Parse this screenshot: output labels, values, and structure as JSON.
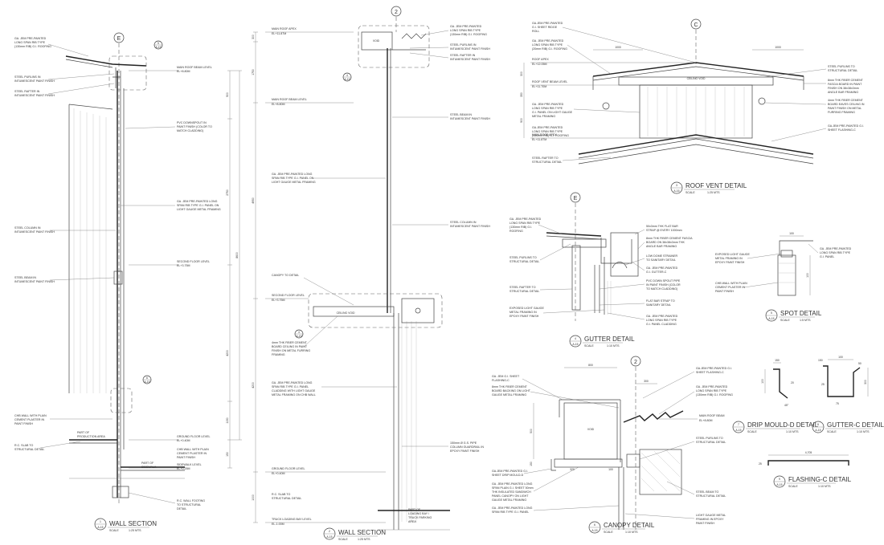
{
  "drawing": {
    "wall_section_1": {
      "bubble": "E",
      "title": "WALL SECTION",
      "ref_num": "1",
      "ref_sheet": "A-15",
      "scale_label": "SCALE",
      "scale": "1:25 MTS",
      "notes": [
        "GA. JEM PRE-PAINTED",
        "LONG SPAN RIB TYPE",
        "(130mm RIB) G.I. ROOFING",
        "STEEL PURLINS IN",
        "INTUMESCENT PAINT FINISH",
        "STEEL RAFTER IN",
        "INTUMESCENT PAINT FINISH",
        "PVC DOWNSPOUT IN",
        "PAINT FINISH (COLOR TO",
        "MATCH CLADDING)",
        "GA. JEM PRE-PAINTED LONG",
        "SPAN RIB TYPE G.I. PANEL ON",
        "LIGHT GAUGE METAL FRAMING",
        "STEEL COLUMN IN",
        "INTUMESCENT PAINT FINISH",
        "STEEL BEAM IN",
        "INTUMESCENT PAINT FINISH",
        "CHB WALL WITH PLAIN",
        "CEMENT PLASTER IN",
        "PAINT FINISH",
        "R.C. SLAB TO",
        "STRUCTURAL DETAIL",
        "PART OF",
        "PRODUCTION AREA",
        "PART OF",
        "SIDEWALK",
        "CHB WALL WITH PLAIN",
        "CEMENT PLASTER IN",
        "PAINT FINISH",
        "R.C. WALL FOOTING",
        "TO STRUCTURAL",
        "DETAIL"
      ],
      "levels": [
        "MAIN ROOF BEAM LEVEL",
        "EL+8.80M",
        "SECOND FLOOR LEVEL",
        "EL+3.75M",
        "GROUND FLOOR LEVEL",
        "EL+0.40M",
        "SIDEWALK LEVEL",
        "EL+0.25M"
      ],
      "dims": [
        "900",
        "2750",
        "4200",
        "1150",
        "150",
        "8600"
      ],
      "callout": {
        "num": "5",
        "sheet": "A-15"
      },
      "callout2": {
        "num": "6",
        "sheet": "A-15"
      }
    },
    "wall_section_2": {
      "bubble": "2",
      "title": "WALL SECTION",
      "ref_num": "2",
      "ref_sheet": "A-15",
      "scale_label": "SCALE",
      "scale": "1:25 MTS",
      "notes": [
        "GA. JEM PRE-PAINTED",
        "LONG SPAN RIB TYPE",
        "(130mm RIB) G.I. ROOFING",
        "STEEL PURLINS IN",
        "INTUMESCENT PAINT FINISH",
        "STEEL RAFTER IN",
        "INTUMESCENT PAINT FINISH",
        "STEEL BEAM IN",
        "INTUMESCENT PAINT FINISH",
        "GA. JEM PRE-PAINTED LONG",
        "SPAN RIB TYPE G.I. PANEL ON",
        "LIGHT GAUGE METAL FRAMING",
        "STEEL COLUMN IN",
        "INTUMESCENT PAINT FINISH",
        "CANOPY TO DETAIL",
        "4mm THK FIBER CEMENT",
        "BOARD CEILING IN PAINT",
        "FINISH ON METAL FURRING",
        "FRAMING",
        "GA. JEM PRE-PAINTED LONG",
        "SPAN RIB TYPE G.I. PANEL",
        "CLADDING WITH LIGHT GAUGE",
        "METAL FRAMING ON CHB WALL",
        "150mm Ø G.S. PIPE",
        "COLUMN GUARDRAIL IN",
        "EPOXY PAINT FINISH",
        "R.C. SLAB TO",
        "STRUCTURAL DETAIL",
        "PART OF",
        "LOADING BAY /",
        "TRUCK PARKING",
        "AREA"
      ],
      "levels": [
        "MAIN ROOF APEX",
        "EL+11.87M",
        "MAIN ROOF BEAM LEVEL",
        "EL+8.80M",
        "SECOND FLOOR LEVEL",
        "EL+3.75M",
        "GROUND FLOOR LEVEL",
        "EL+0.40M",
        "TRUCK LOADING BAY LEVEL",
        "EL-1.00M"
      ],
      "dims": [
        "300",
        "1750",
        "4950",
        "4200",
        "1000"
      ],
      "roof_void_label": "VOID",
      "ceiling_void_label": "CEILING VOID",
      "callout": {
        "num": "4",
        "sheet": "A-15"
      },
      "callout2": {
        "num": "4",
        "sheet": "A-15"
      }
    },
    "roof_vent_detail": {
      "bubble": "C",
      "title": "ROOF VENT DETAIL",
      "ref_num": "3",
      "ref_sheet": "A-16",
      "scale_label": "SCALE",
      "scale": "1:25 MTS",
      "notes": [
        "GA.JEM PRE-PAINTED",
        "G.I. SHEET RIDGE",
        "ROLL",
        "GA. JEM PRE-PAINTED",
        "LONG SPAN RIB TYPE",
        "(20mm RIB) G.I. ROOFING",
        "STEEL PURLINS TO",
        "STRUCTURAL DETAIL",
        "8mm THK FIBER CEMENT",
        "FASCIA BOARD IN PAINT",
        "FINISH ON 38x38x3mm",
        "ANGLE BAR FRAMING",
        "4mm THK FIBER CEMENT",
        "BOARD EAVES CEILING IN",
        "PAINT FINISH ON METAL",
        "FURRING FRAMING",
        "GA. JEM PRE-PAINTED",
        "LONG SPAN RIB TYPE",
        "G.I. PANEL ON LIGHT GAUGE",
        "METAL FRAMING",
        "GA.JEM PRE-PAINTED",
        "LONG SPAN RIB TYPE",
        "(130mm RIB) G.I. ROOFING",
        "GA.JEM PRE-PAINTED G.I.",
        "SHEET FLASHING-C",
        "STEEL RAFTER TO",
        "STRUCTURAL DETAIL"
      ],
      "levels": [
        "ROOF APEX",
        "EL+12.05M",
        "ROOF VENT BEAM LEVEL",
        "EL+11.70M",
        "MAIN ROOF APEX",
        "EL+11.87M"
      ],
      "dims": [
        "1000",
        "1000",
        "300",
        "350",
        "900"
      ],
      "ceiling_void_label": "CEILING VOID"
    },
    "gutter_detail": {
      "bubble": "E",
      "title": "GUTTER DETAIL",
      "ref_num": "4",
      "ref_sheet": "A-15",
      "scale_label": "SCALE",
      "scale": "1:10 MTS",
      "notes": [
        "GA. JEM PRE-PAINTED",
        "LONG SPAN RIB TYPE",
        "(130mm RIB) G.I.",
        "ROOFING",
        "STEEL PURLINS TO",
        "STRUCTURAL DETAIL",
        "STEEL RAFTER TO",
        "STRUCTURAL DETAIL",
        "EXPOSED LIGHT GAUGE",
        "METAL FRAMING IN",
        "EPOXY PAINT FINISH",
        "50x3mm THK FLAT BAR",
        "STRAP @ EVERY 1000mm",
        "8mm THK FIBER CEMENT FASCIA",
        "BOARD ON 38x38x3mm THK",
        "ANGLE BAR FRAMING",
        "LOW DOME STRAINER",
        "TO SANITARY DETAIL",
        "GA. JEM PRE-PAINTED",
        "G.I. GUTTER-C",
        "PVC DOWN SPOUT PIPE",
        "IN PAINT FINISH (COLOR",
        "TO MATCH CLADDING)",
        "FLAT BAR STRAP TO",
        "SANITARY DETAIL",
        "GA. JEM PRE-PAINTED",
        "LONG SPAN RIB TYPE",
        "G.I. PANEL CLADDING"
      ]
    },
    "spot_detail": {
      "title": "SPOT DETAIL",
      "ref_num": "5",
      "ref_sheet": "A-15",
      "scale_label": "SCALE",
      "scale": "1:5 MTS",
      "notes": [
        "EXPOSED LIGHT GAUGE",
        "METAL FRAMING IN",
        "EPOXY PAINT FINISH",
        "GA. JEM PRE-PAINTED",
        "LONG SPAN RIB TYPE",
        "G.I. PANEL",
        "CHB WALL WITH PLAIN",
        "CEMENT PLASTER IN",
        "PAINT FINISH"
      ],
      "dims": [
        "100",
        "100"
      ]
    },
    "canopy_detail": {
      "bubble": "2",
      "title": "CANOPY DETAIL",
      "ref_num": "6",
      "ref_sheet": "A-15",
      "scale_label": "SCALE",
      "scale": "1:10 MTS",
      "notes": [
        "GA. JEM G.I. SHEET",
        "FLASHING-C",
        "8mm THK FIBER CEMENT",
        "BOARD BACKING ON LIGHT",
        "GAUGE METAL FRAMING",
        "GA.JEM PRE-PAINTED G.I.",
        "SHEET FLASHING-C",
        "GA. JEM PRE-PAINTED",
        "LONG SPAN RIB TYPE",
        "(130mm RIB) G.I. ROOFING",
        "STEEL PURLINS TO",
        "STRUCTURAL DETAIL",
        "GA.JEM PRE-PAINTED G.I.",
        "SHEET DRIP MOULD-D",
        "GA. JEM PRE-PAINTED LONG",
        "SPAN PLAIN G.I. SHEET 50mm",
        "THK INSULATED SANDWICH",
        "PANEL CANOPY ON LIGHT",
        "GAUGE METAL FRAMING",
        "GA. JEM PRE-PAINTED LONG",
        "SPAN RIB TYPE G.I. PANEL",
        "STEEL BEAM TO",
        "STRUCTURAL DETAIL",
        "LIGHT GAUGE METAL",
        "FRAMING IN EPOXY",
        "PAINT FINISH"
      ],
      "levels": [
        "MAIN ROOF BEAM",
        "EL+8.80M"
      ],
      "dims": [
        "800",
        "300",
        "500",
        "150",
        "320",
        "100"
      ],
      "void_label": "VOID"
    },
    "drip_mould_detail": {
      "title": "DRIP MOULD-D DETAIL",
      "ref_num": "7",
      "ref_sheet": "A-15",
      "scale_label": "SCALE",
      "scale": "1:10 MTS",
      "dims": [
        "100",
        "150",
        "20",
        "45°"
      ]
    },
    "gutter_c_detail": {
      "title": "GUTTER-C DETAIL",
      "ref_num": "8",
      "ref_sheet": "A-15",
      "scale_label": "SCALE",
      "scale": "1:10 MTS",
      "dims": [
        "150",
        "100",
        "300",
        "50",
        "25",
        "75"
      ]
    },
    "flashing_c_detail": {
      "title": "FLASHING-C DETAIL",
      "ref_num": "9",
      "ref_sheet": "A-15",
      "scale_label": "SCALE",
      "scale": "1:10 MTS",
      "dims": [
        "4,705",
        "25"
      ]
    }
  }
}
